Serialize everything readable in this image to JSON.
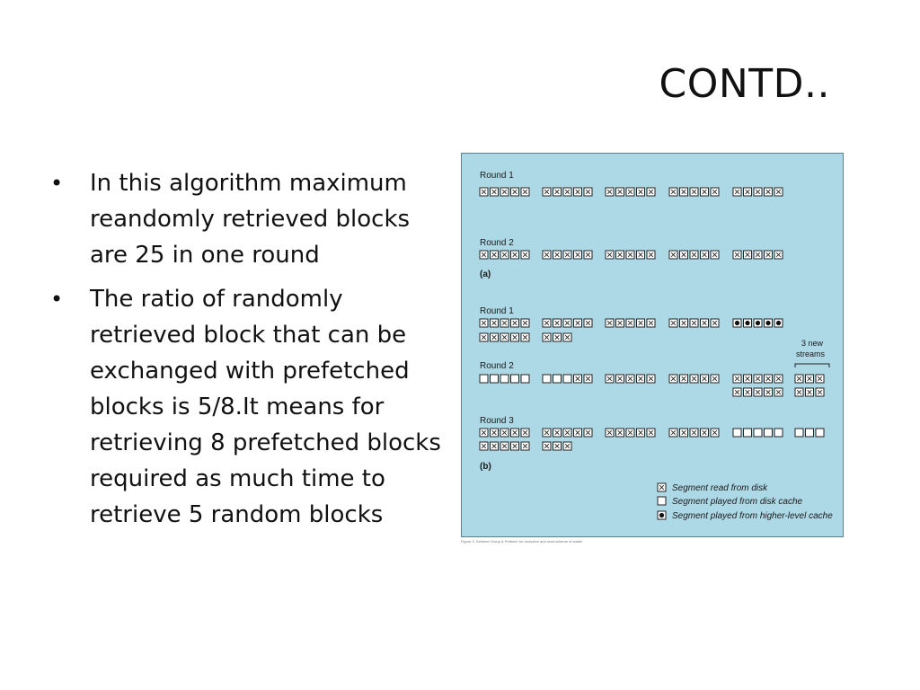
{
  "slide": {
    "title": "CONTD..",
    "bullets": [
      "In this algorithm maximum reandomly retrieved blocks are 25 in one round",
      "The ratio of randomly retrieved  block that can be exchanged with prefetched blocks is 5/8.It means for retrieving 8 prefetched blocks required as much time to retrieve 5 random blocks"
    ]
  },
  "figure": {
    "background": "#add8e6",
    "labels": {
      "a": {
        "round1": "Round 1",
        "round2": "Round 2",
        "part": "(a)"
      },
      "b": {
        "round1": "Round 1",
        "round2": "Round 2",
        "round3": "Round 3",
        "part": "(b)",
        "new_streams": [
          "3 new",
          "streams"
        ]
      }
    },
    "rows_a": [
      [
        "xxxxx",
        "xxxxx",
        "xxxxx",
        "xxxxx",
        "xxxxx"
      ],
      [
        "xxxxx",
        "xxxxx",
        "xxxxx",
        "xxxxx",
        "xxxxx"
      ]
    ],
    "rows_b": {
      "round1": [
        [
          "xxxxx",
          "xxxxx",
          "xxxxx",
          "xxxxx",
          "ooooo"
        ],
        [
          "xxxxx",
          "xxx"
        ]
      ],
      "round2": [
        [
          "eeeee",
          "eeexx",
          "xxxxx",
          "xxxxx",
          "xxxxx",
          "xxx"
        ],
        [
          "",
          "",
          "",
          "",
          "xxxxx",
          "xxx"
        ]
      ],
      "round3": [
        [
          "xxxxx",
          "xxxxx",
          "xxxxx",
          "xxxxx",
          "eeeee",
          "eee"
        ],
        [
          "xxxxx",
          "xxx"
        ]
      ]
    },
    "legend": [
      {
        "symbol": "x",
        "label": "Segment read from disk"
      },
      {
        "symbol": "e",
        "label": "Segment played from disk cache"
      },
      {
        "symbol": "o",
        "label": "Segment played from higher-level cache"
      }
    ],
    "caption": "Figure 3. Scheme Group & Prefetch for reception and read scheme of stable"
  }
}
